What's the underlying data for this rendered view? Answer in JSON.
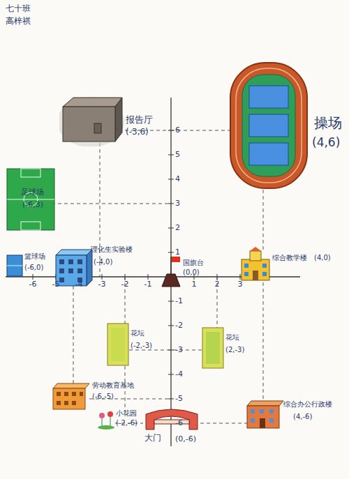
{
  "diagram": {
    "nodes": [
      {
        "text": [
          "报告厅",
          "(-3,6)"
        ]
      },
      {
        "text": [
          "操场",
          "(4,6)"
        ]
      },
      {
        "text": [
          "足球场",
          "(-6,3)"
        ]
      },
      {
        "text": [
          "篮球场",
          "(-6,0)"
        ]
      },
      {
        "text": [
          "理化生实验楼",
          "(-4,0)"
        ]
      },
      {
        "text": [
          "国旗台",
          "(0,0)"
        ]
      },
      {
        "text": [
          "综合教学楼",
          "(4,0)"
        ]
      },
      {
        "text": [
          "花坛",
          "(-2,-3)"
        ]
      },
      {
        "text": [
          "花坛",
          "(2,-3)"
        ]
      },
      {
        "text": [
          "劳动教育基地",
          "(-6,-5)"
        ]
      },
      {
        "text": [
          "小花园",
          "(-2,-6)"
        ]
      },
      {
        "text": [
          "大门",
          "(0,-6)"
        ]
      },
      {
        "text": [
          "综合办公行政楼",
          "(4,-6)"
        ]
      }
    ],
    "labels": [
      "七十班",
      "高梓祺",
      "-6",
      "-5",
      "-4",
      "-3",
      "-2",
      "-1",
      "1",
      "2",
      "3",
      "6",
      "5",
      "4",
      "3",
      "2",
      "1",
      "-1",
      "-2",
      "-3",
      "-4",
      "-5",
      "-6"
    ]
  }
}
